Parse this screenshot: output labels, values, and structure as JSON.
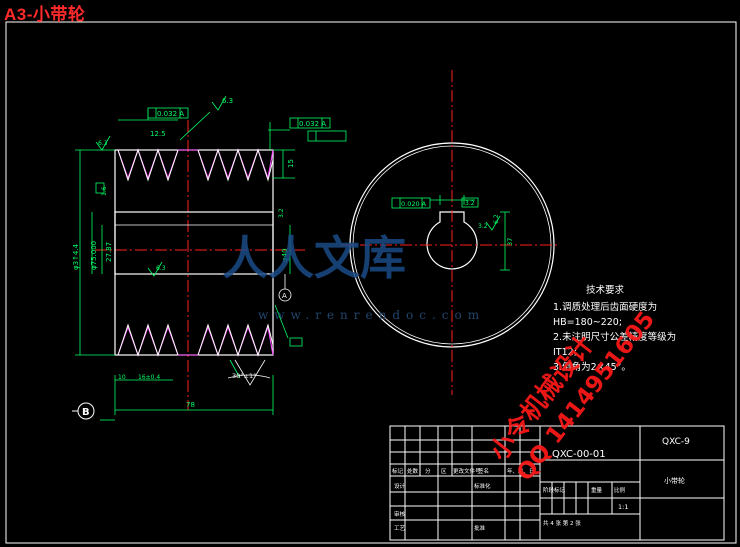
{
  "sheet_title": "A3-小带轮",
  "colors": {
    "outline": "#ffffff",
    "center_line": "#ff2020",
    "dimension": "#00ff66",
    "hatch_pink": "#ff4dff",
    "watermark_red": "#ff1a1a",
    "watermark_blue": "#1b4a86"
  },
  "dimensions": {
    "tol_top_left": "0.032 A",
    "roughness_top": "6.3",
    "groove_depth": "12.5",
    "tol_top_right": "0.032 A",
    "height_15": "15",
    "roughness_left": "6.3",
    "roughness_small": "1.6",
    "outer_dia": "φ3↑4.4",
    "bore_dia": "φ75.000",
    "bore_dim": "27.87",
    "hub_dia": "φ40",
    "inner_roughness": "6.3",
    "bore_right": "φ48",
    "dim_32": "3.2",
    "bottom_10": "10",
    "bottom_pitch": "16±0.4",
    "groove_angle": "30°±1°",
    "width_78": "78",
    "datum_a": "A",
    "datum_b": "B",
    "sym_tol": "0.020 A",
    "key_32": "3.2",
    "key_dim": "6.2",
    "key_37": "37",
    "roughness_right": "3.2"
  },
  "notes": {
    "heading": "技术要求",
    "lines": [
      "1.调质处理后齿面硬度为",
      "HB=180~220;",
      "2.未注明尺寸公差精度等级为",
      "IT12;",
      "3.倒角为2×45°。"
    ]
  },
  "title_block": {
    "drawing_no": "QXC-00-01",
    "part_code": "QXC-9",
    "part_name": "小带轮",
    "scale": "1:1",
    "headers": [
      "标记",
      "处数",
      "分",
      "区",
      "更改文件号",
      "签名",
      "年、月、日"
    ],
    "rows": [
      "设计",
      "审核",
      "工艺"
    ],
    "standardization": "标准化",
    "approve": "批准",
    "stage_headers": [
      "阶段标记",
      "重量",
      "比例"
    ],
    "sheets": "共 4 张  第 2 张"
  },
  "watermark": {
    "brand_cn": "人人文库",
    "url": "www.renrendoc.com",
    "overlay_line1": "小令机械设计",
    "overlay_line2": "QQ 1414951605"
  }
}
